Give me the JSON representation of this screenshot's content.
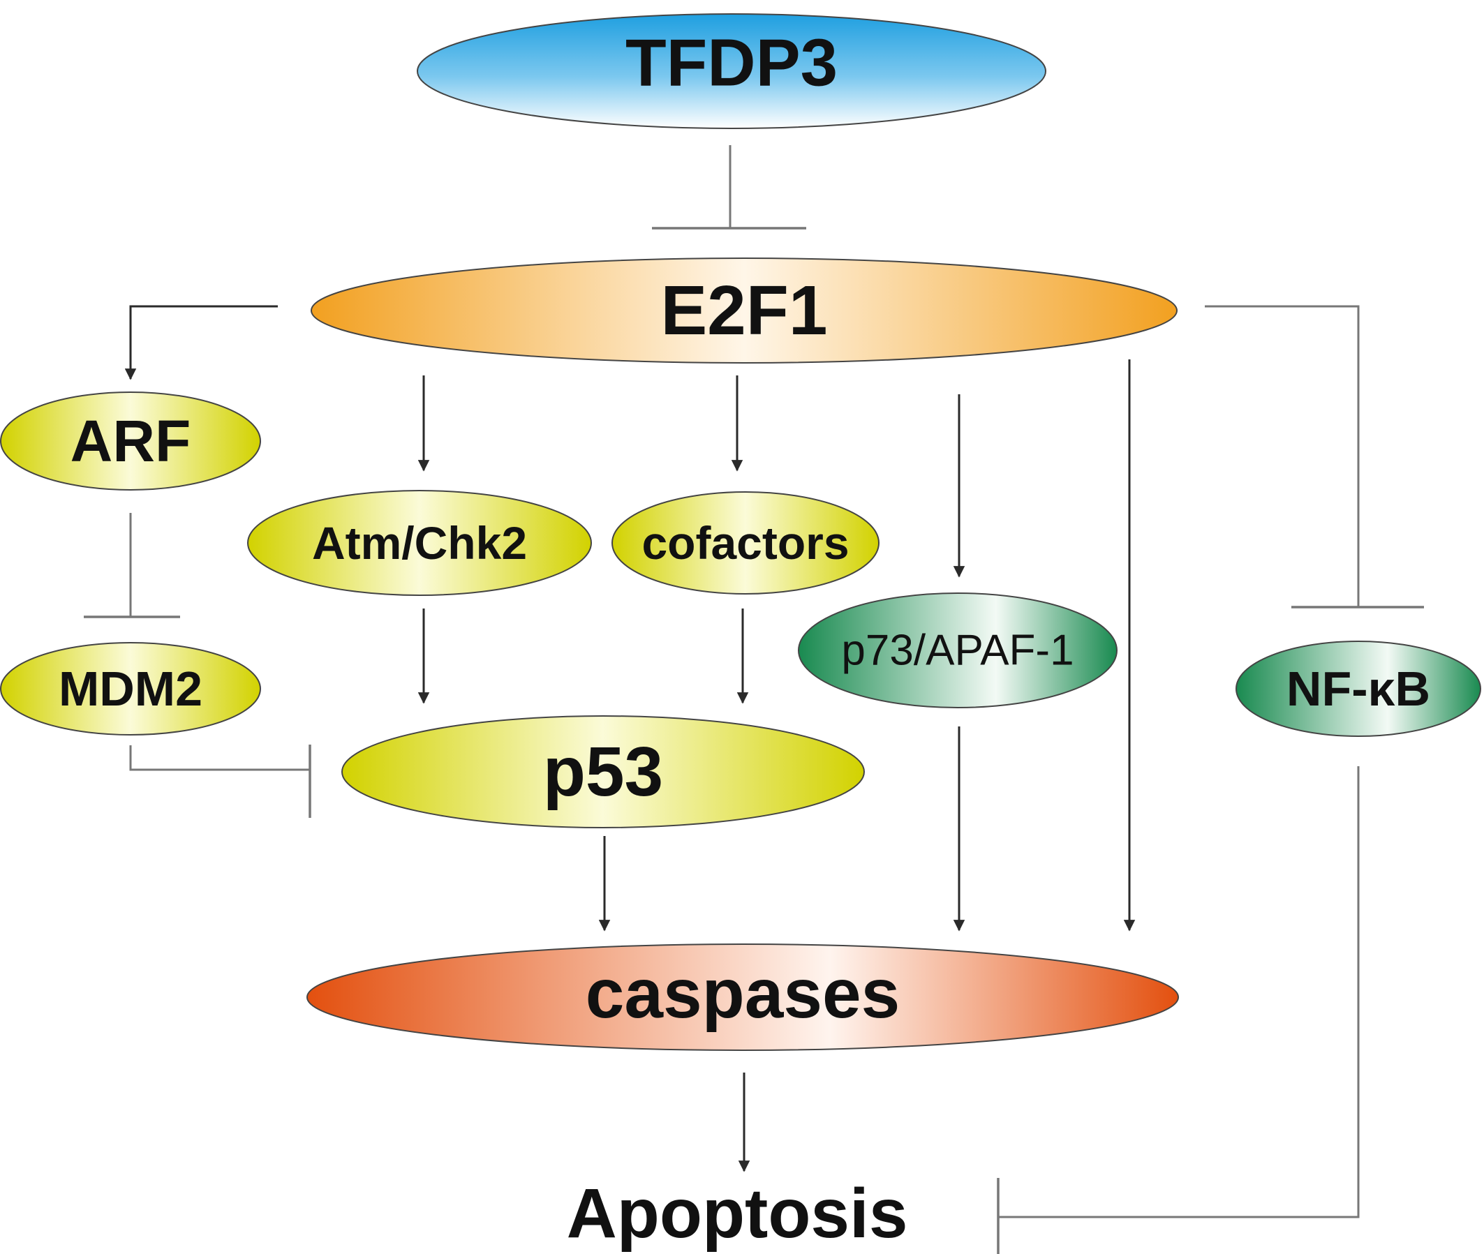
{
  "nodes": {
    "tfdp3": "TFDP3",
    "e2f1": "E2F1",
    "arf": "ARF",
    "mdm2": "MDM2",
    "atm_chk2": "Atm/Chk2",
    "cofactors": "cofactors",
    "p53": "p53",
    "p73_apaf1": "p73/APAF-1",
    "nfkb": "NF-κB",
    "caspases": "caspases"
  },
  "outcome": "Apoptosis",
  "colors": {
    "tfdp3": "#29a6e0",
    "e2f1": "#f4a72a",
    "yellow_nodes": "#d8d800",
    "green_nodes": "#1f9158",
    "caspases": "#e4531f",
    "connector": "#777777"
  }
}
